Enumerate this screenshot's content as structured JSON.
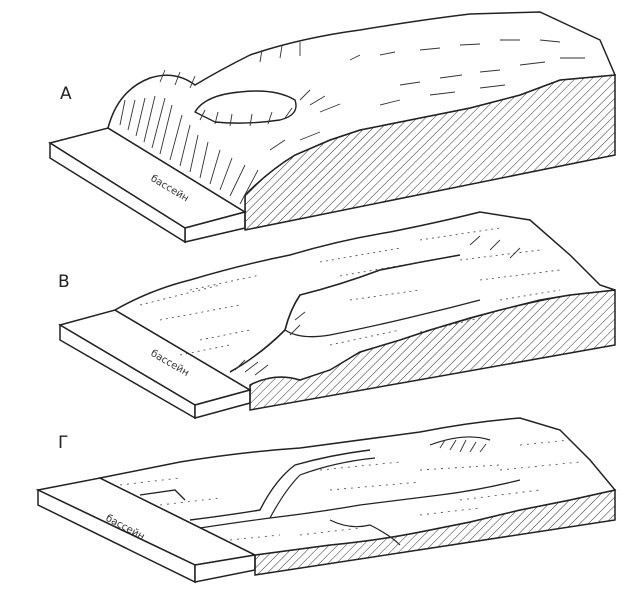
{
  "figure": {
    "panels": [
      {
        "id": "A",
        "label": "А",
        "basin_label": "бассейн"
      },
      {
        "id": "B",
        "label": "В",
        "basin_label": "бассейн"
      },
      {
        "id": "G",
        "label": "Г",
        "basin_label": "бассейн"
      }
    ]
  },
  "colors": {
    "ink": "#2a2a2a",
    "paper": "#ffffff"
  }
}
